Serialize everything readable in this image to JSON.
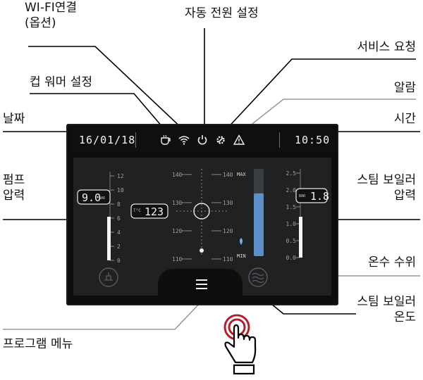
{
  "callouts": {
    "wifi_line1": "WI-FI연결",
    "wifi_line2": "(옵션)",
    "auto_power": "자동 전원 설정",
    "service": "서비스 요청",
    "cup_warmer": "컵 워머 설정",
    "alarm": "알람",
    "date": "날짜",
    "time": "시간",
    "pump_line1": "펌프",
    "pump_line2": "압력",
    "steam_pressure_line1": "스팀 보일러",
    "steam_pressure_line2": "압력",
    "water_level": "온수 수위",
    "steam_temp_line1": "스팀 보일러",
    "steam_temp_line2": "온도",
    "program_menu": "프로그램 메뉴"
  },
  "display": {
    "date": "16/01/18",
    "time": "10:50",
    "pump_value": "9.0",
    "pump_unit": "BAR",
    "pump_scale": [
      "12",
      "10",
      "8",
      "6",
      "4",
      "2",
      "0"
    ],
    "temp_unit": "T°C",
    "temp_value": "123",
    "temp_scale_left": [
      "140",
      "130",
      "120",
      "110"
    ],
    "temp_scale_right": [
      "140",
      "130",
      "120",
      "110"
    ],
    "level_max": "MAX",
    "level_min": "MIN",
    "steam_value": "1.8",
    "steam_unit": "BAR",
    "steam_scale": [
      "2.5",
      "2.0",
      "1.5",
      "1.0",
      "0.5",
      "0.0"
    ],
    "water_level_fraction": 0.72
  },
  "colors": {
    "screen_bg": "#0d0d0d",
    "panel_bg": "#1f2123",
    "water_fill": "#5b8fc7",
    "accent_red": "#b0202a"
  },
  "icons": [
    "cup-warmer-icon",
    "wifi-icon",
    "power-icon",
    "service-icon",
    "alarm-icon",
    "hamburger-menu-icon",
    "tap-hand-icon"
  ]
}
